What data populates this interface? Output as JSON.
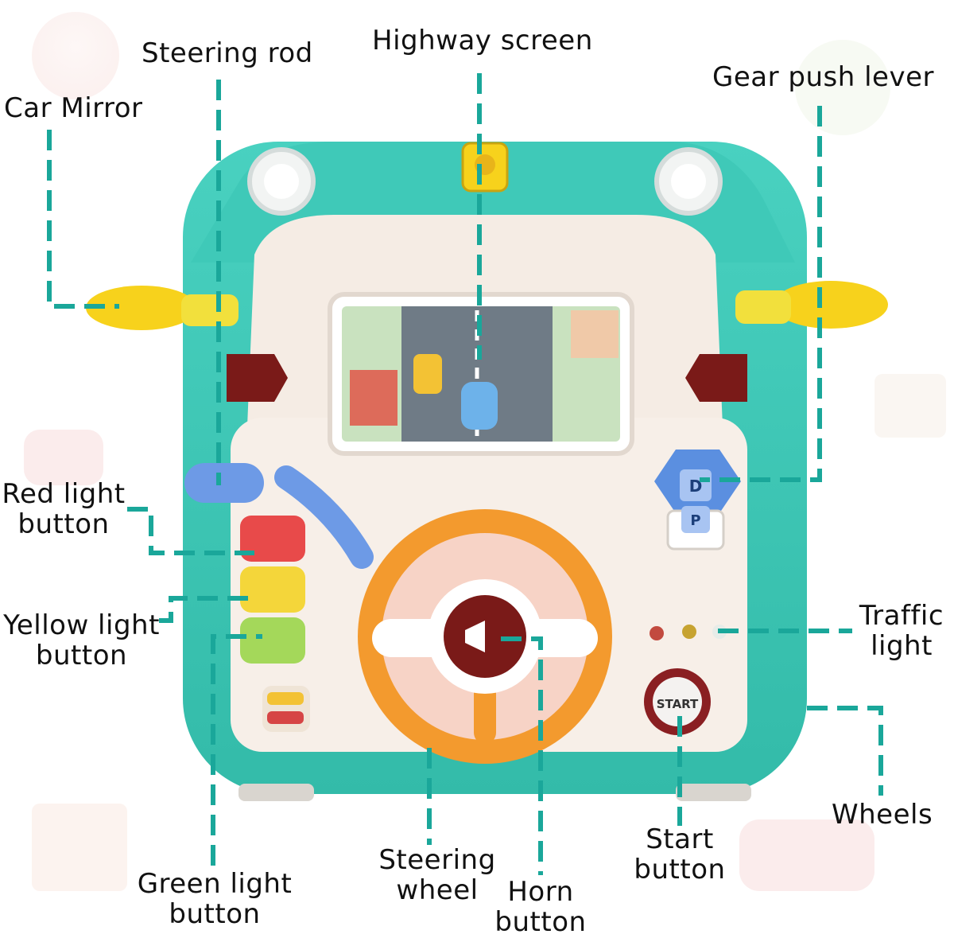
{
  "labels": {
    "steering_rod": "Steering rod",
    "highway_screen": "Highway screen",
    "gear_push_lever": "Gear push lever",
    "car_mirror": "Car Mirror",
    "red_light_button": [
      "Red light",
      "button"
    ],
    "yellow_light_button": [
      "Yellow light",
      "button"
    ],
    "traffic_light": [
      "Traffic",
      "light"
    ],
    "wheels": "Wheels",
    "start_button": [
      "Start",
      "button"
    ],
    "green_light_button": [
      "Green light",
      "button"
    ],
    "steering_wheel": [
      "Steering",
      "wheel"
    ],
    "horn_button": [
      "Horn",
      "button"
    ]
  },
  "toy": {
    "gear_labels": [
      "D",
      "P"
    ],
    "start_label": "START"
  },
  "colors": {
    "body_teal": "#3fc9b8",
    "leader_line": "#1aa79a",
    "steering_orange": "#f39a2e",
    "mirror_yellow": "#f7d21c",
    "signal_red": "#7a1a18",
    "gear_blue": "#5b8fe0",
    "rod_blue": "#6d9ae6"
  }
}
